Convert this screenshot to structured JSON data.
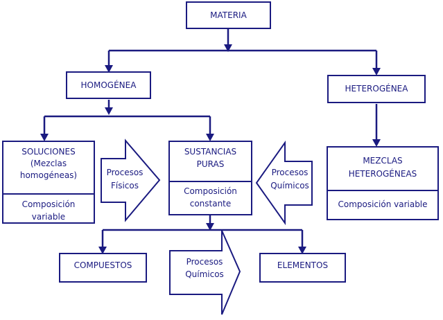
{
  "colors": {
    "ink": "#1a1a80",
    "background": "#ffffff"
  },
  "nodes": {
    "materia": {
      "text": "MATERIA"
    },
    "homogenea": {
      "text": "HOMOGÉNEA"
    },
    "heterogenea": {
      "text": "HETEROGÉNEA"
    },
    "soluciones": {
      "lines": [
        "SOLUCIONES",
        "(Mezclas",
        "homogéneas)"
      ],
      "sub_lines": [
        "Composición",
        "variable"
      ]
    },
    "sustancias": {
      "lines": [
        "SUSTANCIAS",
        "PURAS"
      ],
      "sub_lines": [
        "Composición",
        "constante"
      ]
    },
    "mezclas_het": {
      "lines": [
        "MEZCLAS",
        "HETEROGÉNEAS"
      ],
      "sub_lines": [
        "Composición variable"
      ]
    },
    "compuestos": {
      "text": "COMPUESTOS"
    },
    "elementos": {
      "text": "ELEMENTOS"
    }
  },
  "process_arrows": {
    "fisicos": {
      "lines": [
        "Procesos",
        "Físicos"
      ]
    },
    "quimicos_left": {
      "lines": [
        "Procesos",
        "Químicos"
      ]
    },
    "quimicos_down": {
      "lines": [
        "Procesos",
        "Químicos"
      ]
    }
  }
}
